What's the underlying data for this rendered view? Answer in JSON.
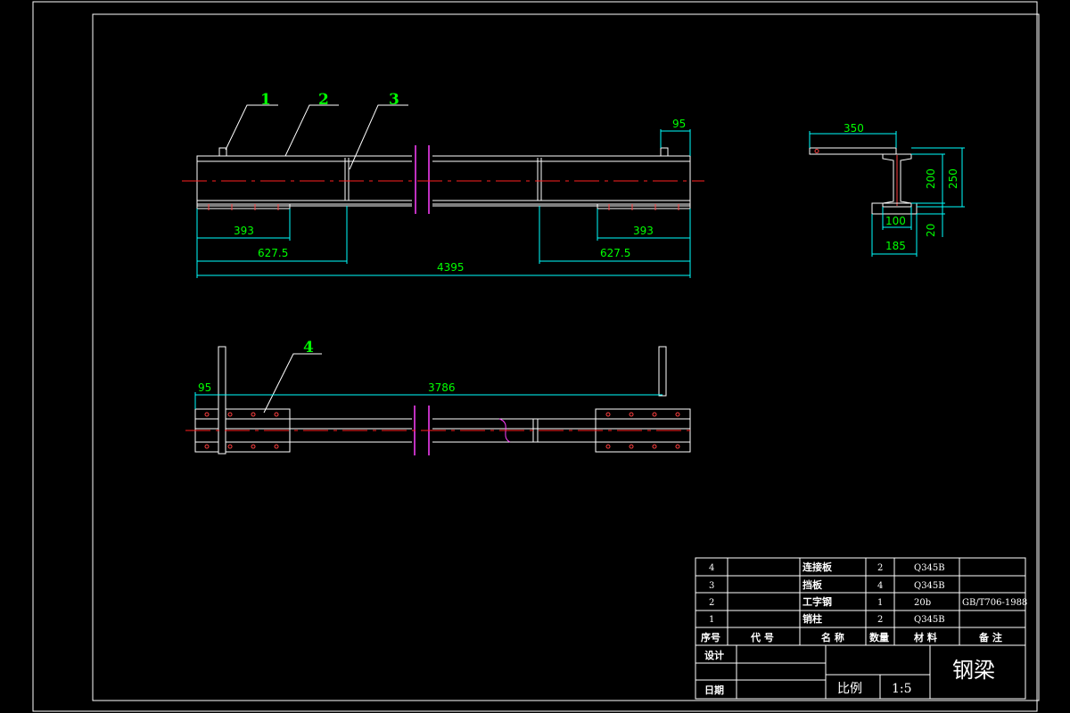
{
  "drawing": {
    "title": "钢梁",
    "scale_label": "比例",
    "scale_value": "1:5",
    "design_label": "设计",
    "date_label": "日期"
  },
  "leaders": {
    "p1": "1",
    "p2": "2",
    "p3": "3",
    "p4": "4"
  },
  "dimensions": {
    "top_right_95": "95",
    "left_393": "393",
    "right_393": "393",
    "left_627": "627.5",
    "right_627": "627.5",
    "total_4395": "4395",
    "plan_95": "95",
    "plan_3786": "3786",
    "sec_350": "350",
    "sec_200": "200",
    "sec_250": "250",
    "sec_100": "100",
    "sec_185": "185",
    "sec_20": "20"
  },
  "bom": {
    "headers": {
      "no": "序号",
      "code": "代 号",
      "name": "名 称",
      "qty": "数量",
      "material": "材 料",
      "remark": "备 注"
    },
    "rows": [
      {
        "no": "4",
        "code": "",
        "name": "连接板",
        "qty": "2",
        "material": "Q345B",
        "remark": ""
      },
      {
        "no": "3",
        "code": "",
        "name": "挡板",
        "qty": "4",
        "material": "Q345B",
        "remark": ""
      },
      {
        "no": "2",
        "code": "",
        "name": "工字钢",
        "qty": "1",
        "material": "20b",
        "remark": "GB/T706-1988"
      },
      {
        "no": "1",
        "code": "",
        "name": "销柱",
        "qty": "2",
        "material": "Q345B",
        "remark": ""
      }
    ]
  }
}
